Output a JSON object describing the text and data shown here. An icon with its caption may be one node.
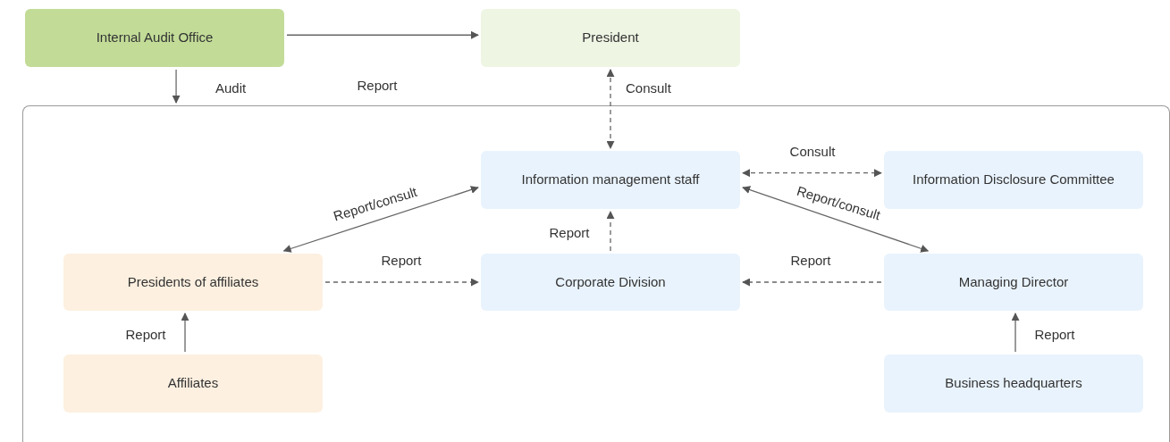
{
  "diagram": {
    "nodes": [
      {
        "text": [
          "Internal Audit Office"
        ]
      },
      {
        "text": [
          "President"
        ]
      },
      {
        "text": [],
        "shape": "box"
      },
      {
        "text": [
          "Information management staff"
        ],
        "in": 2
      },
      {
        "text": [
          "Information Disclosure Committee"
        ],
        "in": 2
      },
      {
        "text": [
          "Presidents of affiliates"
        ],
        "in": 2
      },
      {
        "text": [
          "Corporate Division"
        ],
        "in": 2
      },
      {
        "text": [
          "Managing Director"
        ],
        "in": 2
      },
      {
        "text": [
          "Affiliates"
        ],
        "in": 2
      },
      {
        "text": [
          "Business headquarters"
        ],
        "in": 2
      }
    ],
    "edges": [
      {
        "from": 0,
        "to": 1,
        "arrow": "to",
        "label": "Report"
      },
      {
        "from": 0,
        "to": 2,
        "arrow": "to",
        "label": "Audit"
      },
      {
        "from": 1,
        "to": 3,
        "arrow": "both",
        "label": "Consult",
        "style": "dashed"
      },
      {
        "from": 3,
        "to": 4,
        "arrow": "both",
        "label": "Consult",
        "style": "dashed"
      },
      {
        "from": 3,
        "to": 5,
        "arrow": "both",
        "label": "Report/consult"
      },
      {
        "from": 3,
        "to": 7,
        "arrow": "both",
        "label": "Report/consult"
      },
      {
        "from": 6,
        "to": 3,
        "arrow": "to",
        "label": "Report",
        "style": "dashed"
      },
      {
        "from": 5,
        "to": 6,
        "arrow": "to",
        "label": "Report",
        "style": "dashed"
      },
      {
        "from": 7,
        "to": 6,
        "arrow": "to",
        "label": "Report",
        "style": "dashed"
      },
      {
        "from": 8,
        "to": 5,
        "arrow": "to",
        "label": "Report"
      },
      {
        "from": 9,
        "to": 7,
        "arrow": "to",
        "label": "Report"
      }
    ]
  }
}
